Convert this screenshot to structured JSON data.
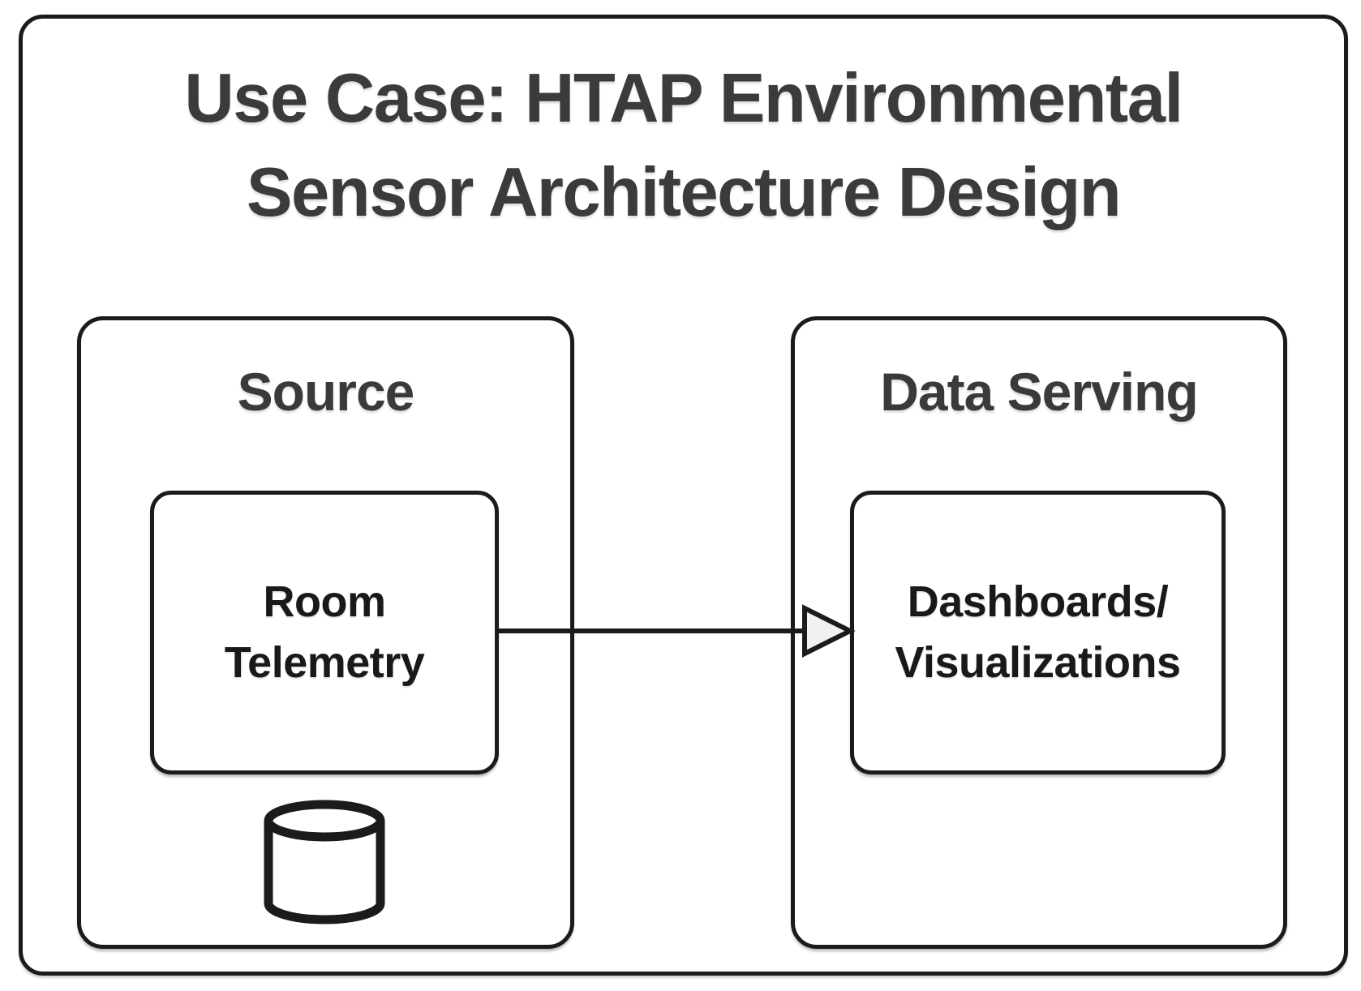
{
  "diagram": {
    "title": "Use Case: HTAP Environmental\nSensor Architecture Design",
    "groups": {
      "source": {
        "label": "Source",
        "node": "Room\nTelemetry",
        "icon": "database-cylinder-icon"
      },
      "data_serving": {
        "label": "Data Serving",
        "node": "Dashboards/\nVisualizations"
      }
    },
    "connector": {
      "type": "arrow-right",
      "from": "Room Telemetry",
      "to": "Dashboards/Visualizations"
    },
    "colors": {
      "background": "#ffffff",
      "border": "#1b1b1b",
      "title_text": "#3b3b3b",
      "group_label_text": "#3a3a3a",
      "node_text": "#191919",
      "arrowhead_fill": "#f1f1f1"
    }
  }
}
